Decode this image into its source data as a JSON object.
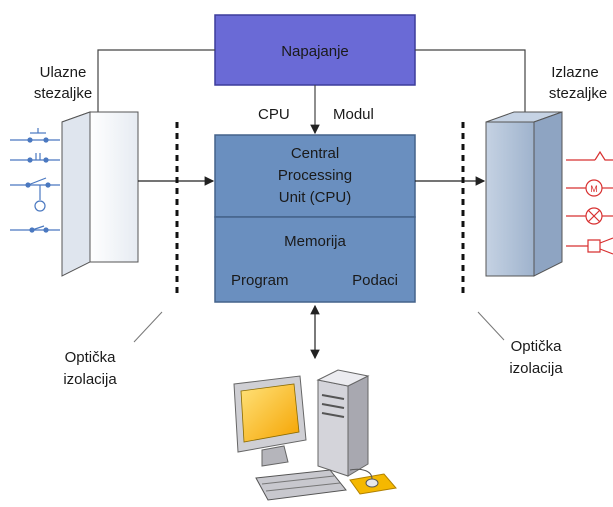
{
  "power_supply": {
    "label": "Napajanje"
  },
  "cpu_module": {
    "cpu_label": "CPU",
    "module_label": "Modul",
    "cpu_lines": [
      "Central",
      "Processing",
      "Unit (CPU)"
    ],
    "memory_label": "Memorija",
    "program_label": "Program",
    "data_label": "Podaci"
  },
  "input_terminals": {
    "label_lines": [
      "Ulazne",
      "stezaljke"
    ]
  },
  "output_terminals": {
    "label_lines": [
      "Izlazne",
      "stezaljke"
    ]
  },
  "optical_isolation_left": {
    "label_lines": [
      "Optička",
      "izolacija"
    ]
  },
  "optical_isolation_right": {
    "label_lines": [
      "Optička",
      "izolacija"
    ]
  },
  "output_devices": {
    "motor_symbol": "M"
  },
  "colors": {
    "power_supply_fill": "#6a6ad6",
    "cpu_fill": "#6a8fbf",
    "input_terminal_fill": "#eef2f7",
    "output_terminal_fill": "#aebfd6",
    "input_switch_color": "#4a78c0",
    "output_device_color": "#d83030"
  }
}
